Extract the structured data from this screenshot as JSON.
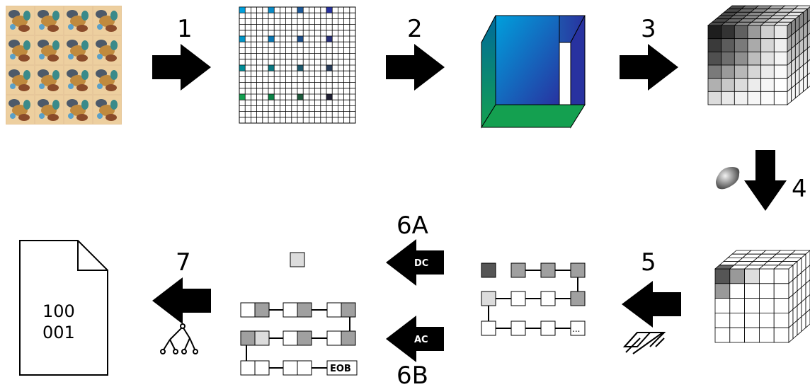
{
  "steps": {
    "s1": "1",
    "s2": "2",
    "s3": "3",
    "s4": "4",
    "s5": "5",
    "s6a": "6A",
    "s6b": "6B",
    "s7": "7"
  },
  "tags": {
    "dc": "DC",
    "ac": "AC"
  },
  "eob": "EOB",
  "ellipsis": "...",
  "output_file": {
    "line1": "100",
    "line2": "001"
  },
  "colors": {
    "arrow": "#000000",
    "cyan": "#00a0dc",
    "teal": "#008c78",
    "green": "#14a050",
    "navy": "#2832a0",
    "gray_dark": "#555555",
    "gray_mid": "#a0a0a0",
    "gray_light": "#dcdcdc"
  }
}
